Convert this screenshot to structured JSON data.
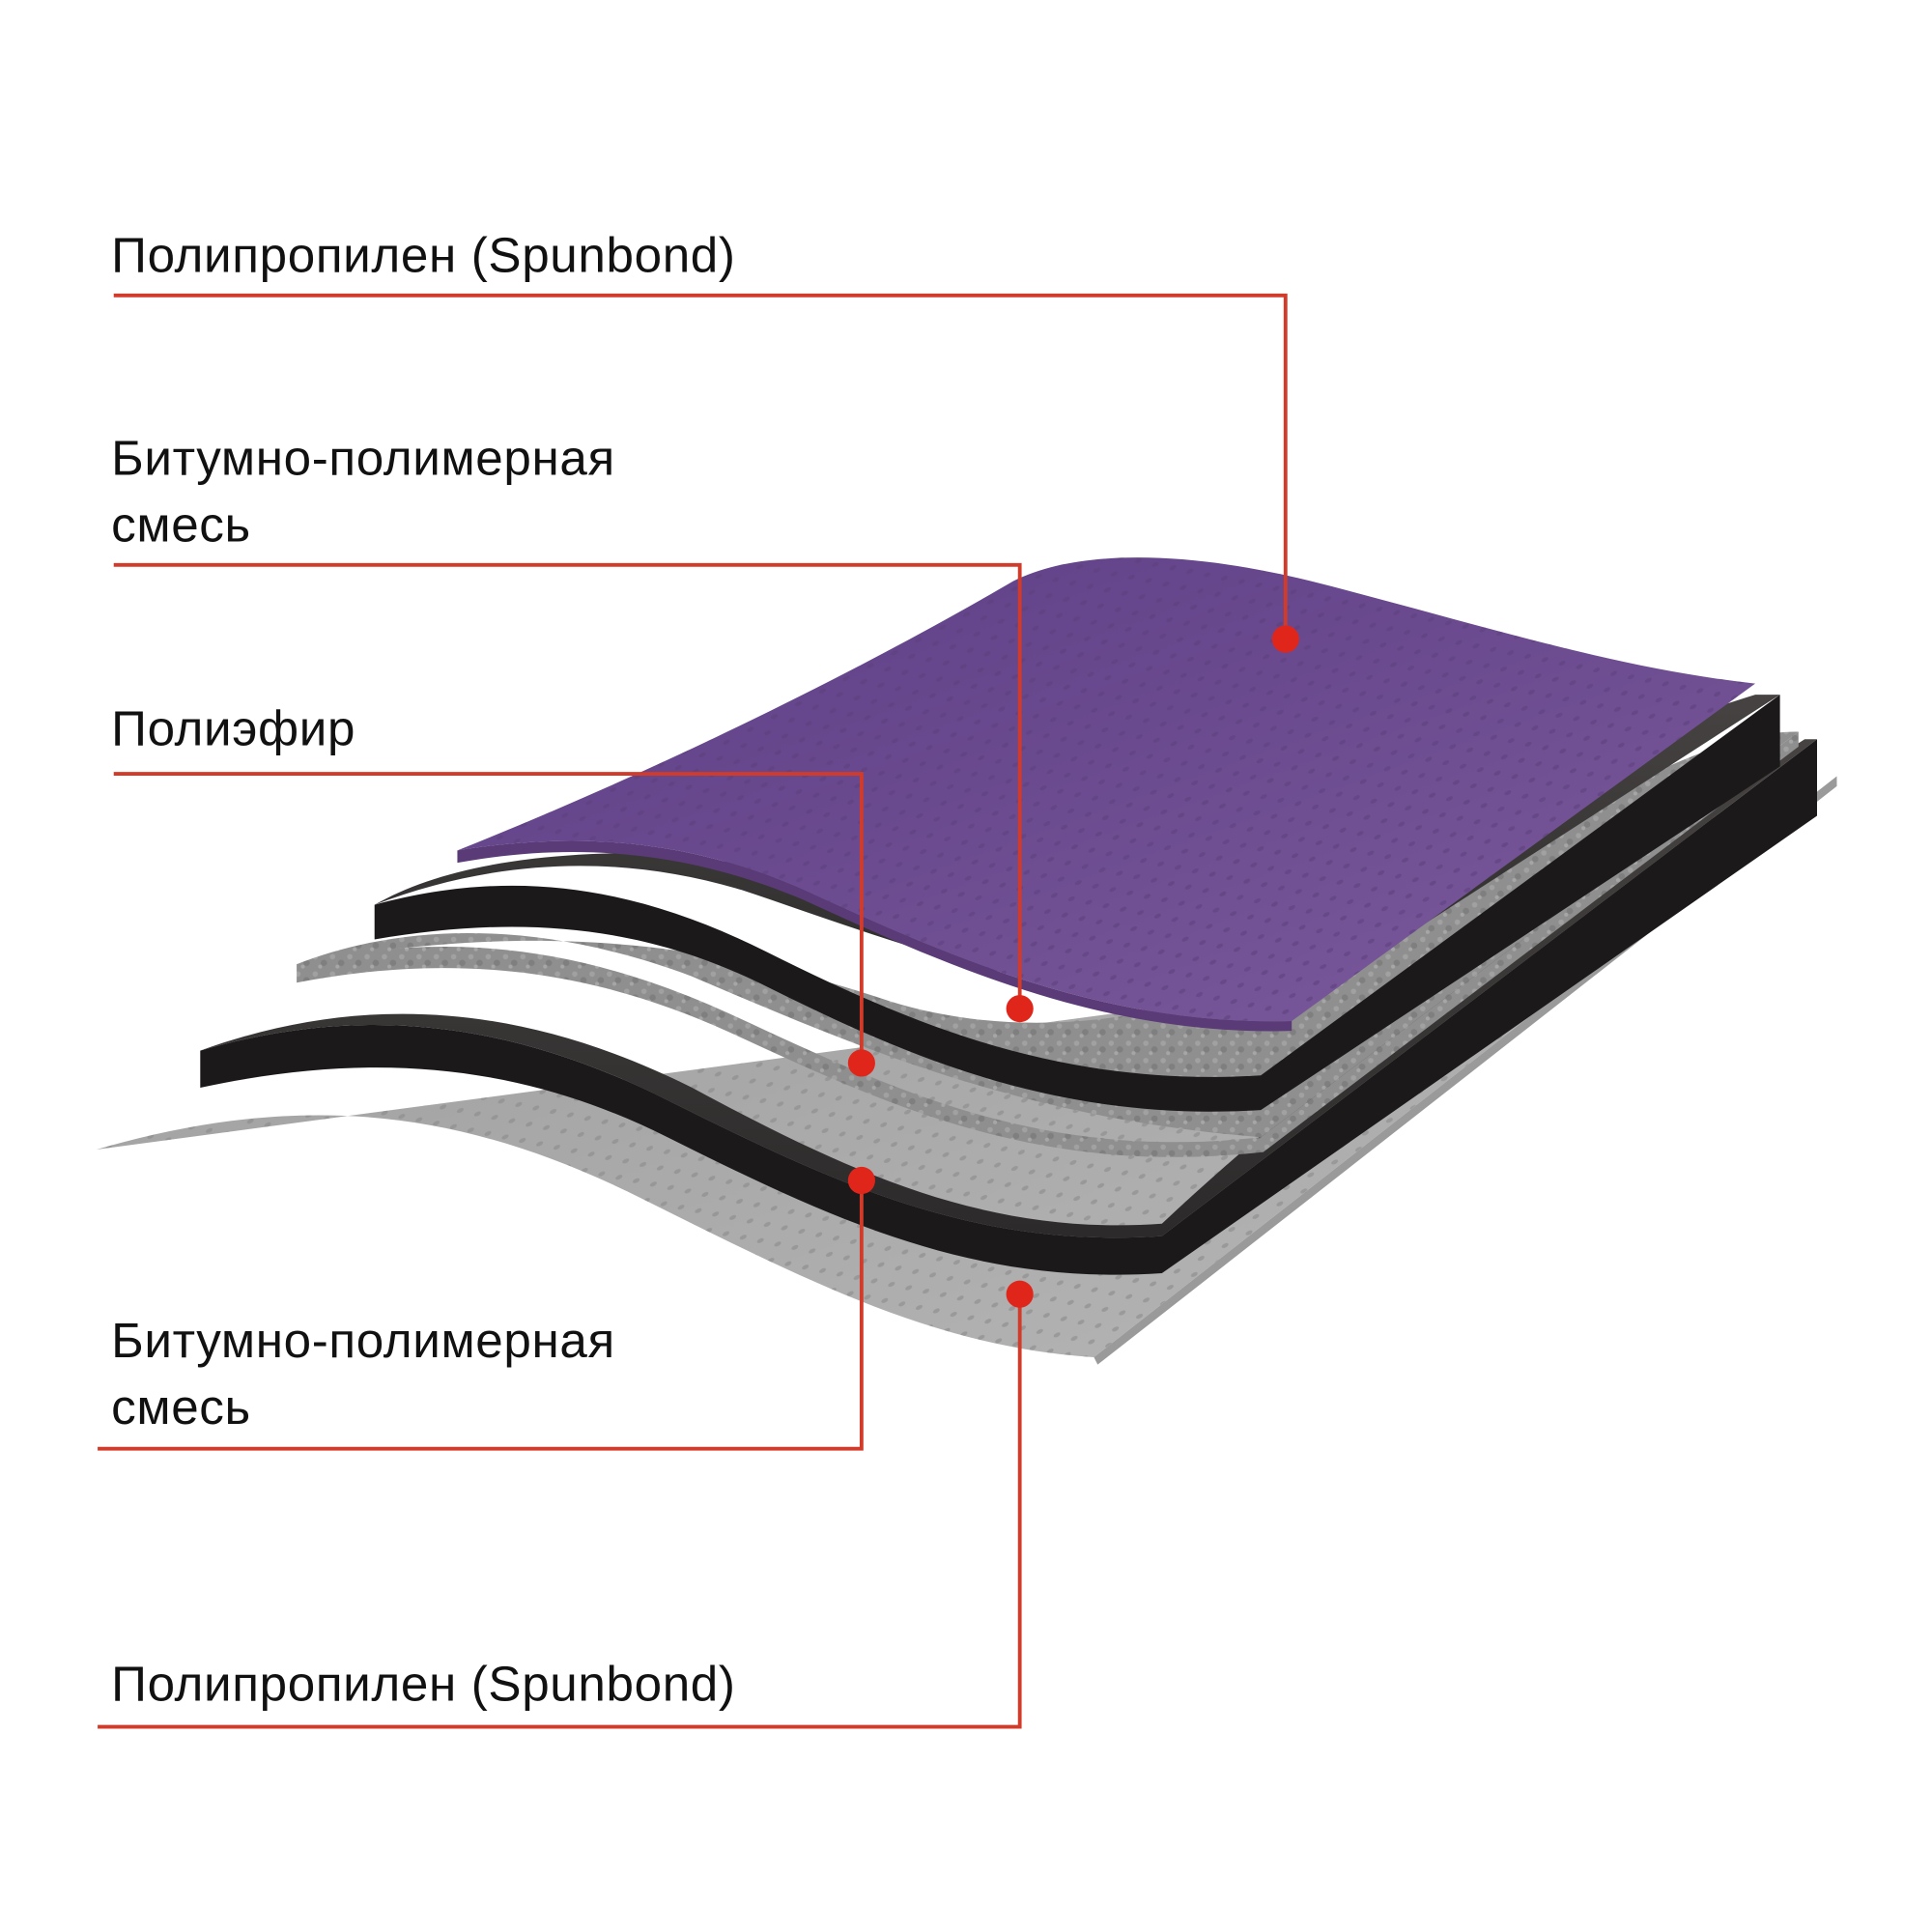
{
  "diagram": {
    "title": "",
    "type": "layer-cross-section",
    "colors": {
      "leader_line": "#d23a2a",
      "dot": "#e0261b",
      "purple_layer": "#6e4c8f",
      "purple_edge": "#5a3b78",
      "bitumen_top": "#3b3838",
      "bitumen_edge": "#1a1818",
      "polyester": "#8e8e8e",
      "bottom_layer": "#a9a9a9",
      "text": "#111111",
      "background": "#ffffff"
    },
    "labels": [
      {
        "id": "layer-1",
        "lines": [
          "Полипропилен (Spunbond)"
        ]
      },
      {
        "id": "layer-2",
        "lines": [
          "Битумно-полимерная",
          "смесь"
        ]
      },
      {
        "id": "layer-3",
        "lines": [
          "Полиэфир"
        ]
      },
      {
        "id": "layer-4",
        "lines": [
          "Битумно-полимерная",
          "смесь"
        ]
      },
      {
        "id": "layer-5",
        "lines": [
          "Полипропилен (Spunbond)"
        ]
      }
    ]
  }
}
